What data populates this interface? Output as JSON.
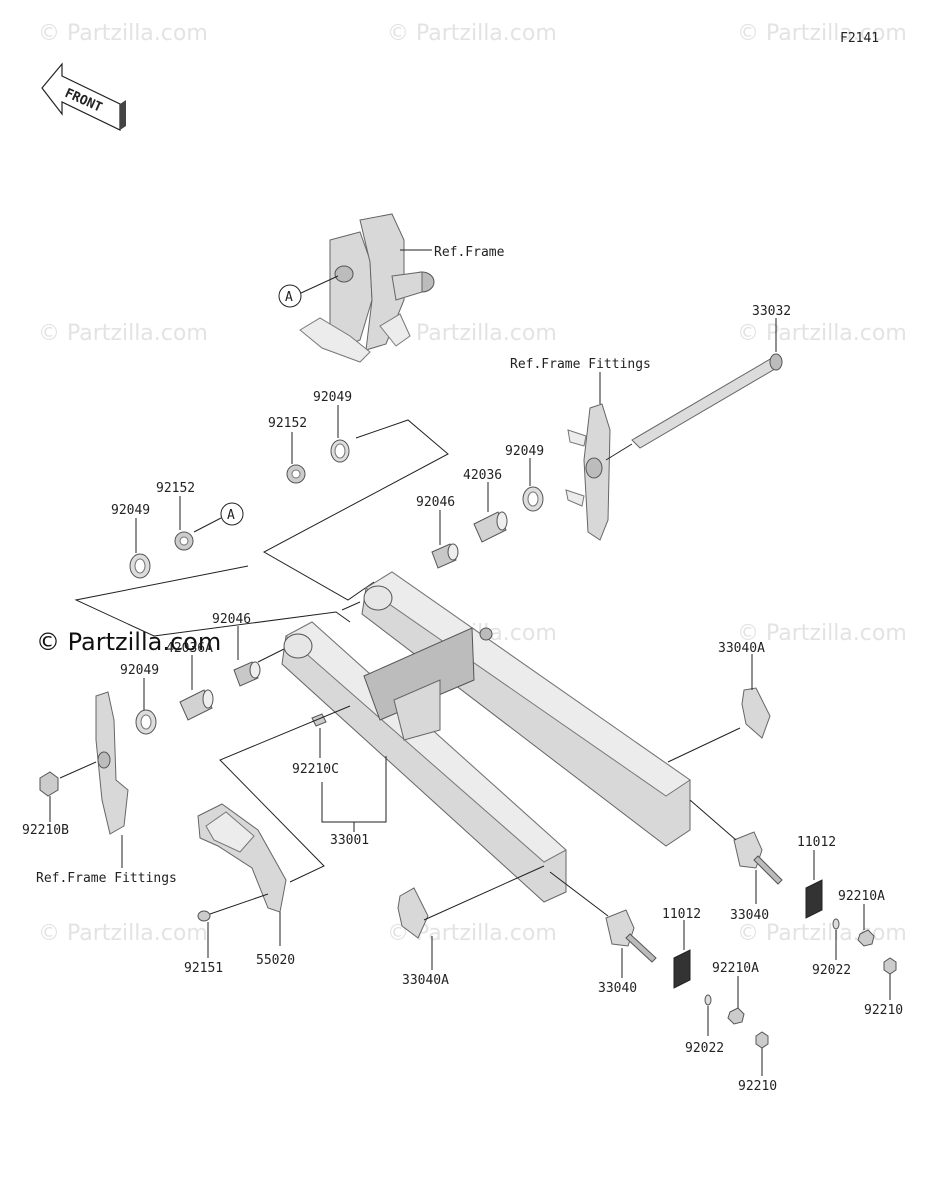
{
  "figure_code": "F2141",
  "front_label": "FRONT",
  "callout_letter": "A",
  "watermark": "© Partzilla.com",
  "labels": {
    "ref_frame": "Ref.Frame",
    "ref_frame_fittings": "Ref.Frame Fittings",
    "p33032": "33032",
    "p92049_top": "92049",
    "p92152_top": "92152",
    "p92049_mid": "92049",
    "p42036": "42036",
    "p92046_top": "92046",
    "p92152_left": "92152",
    "p92049_left": "92049",
    "p92046_left": "92046",
    "p42036A": "42036A",
    "p92049_low": "92049",
    "p92210C": "92210C",
    "p33001": "33001",
    "p92210B": "92210B",
    "p33040A_right": "33040A",
    "p11012_right": "11012",
    "p33040_right": "33040",
    "p92210A_right": "92210A",
    "p92022_right": "92022",
    "p92210_right": "92210",
    "p33040A_left": "33040A",
    "p33040_left": "33040",
    "p11012_left": "11012",
    "p92210A_left": "92210A",
    "p92022_left": "92022",
    "p92210_left": "92210",
    "p92151": "92151",
    "p55020": "55020"
  }
}
